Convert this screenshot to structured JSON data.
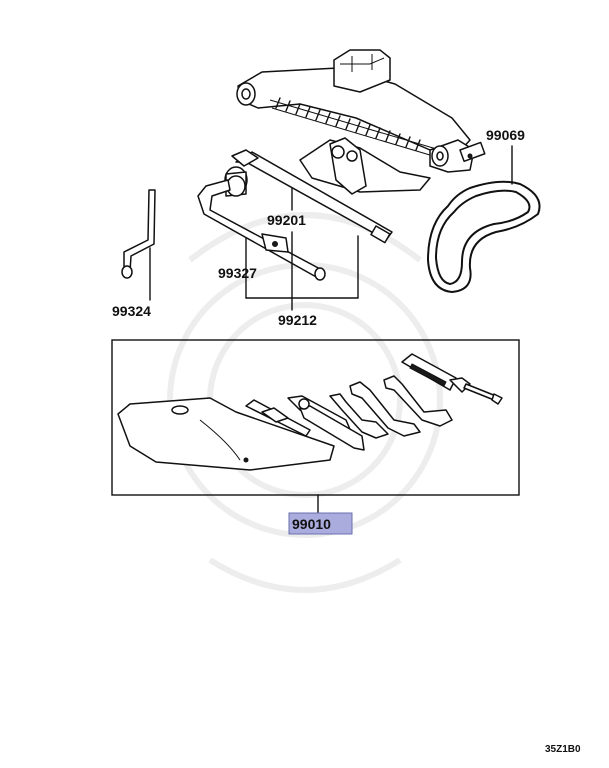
{
  "callouts": {
    "jack_cover": "99069",
    "jack_handle": "99201",
    "handle_bar": "99327",
    "crank": "99324",
    "handle_set": "99212",
    "tool_set": "99010"
  },
  "diagram_code": "35Z1B0",
  "colors": {
    "highlight_fill": "#a9acdc",
    "highlight_stroke": "#6b6fb0",
    "line": "#111111"
  }
}
